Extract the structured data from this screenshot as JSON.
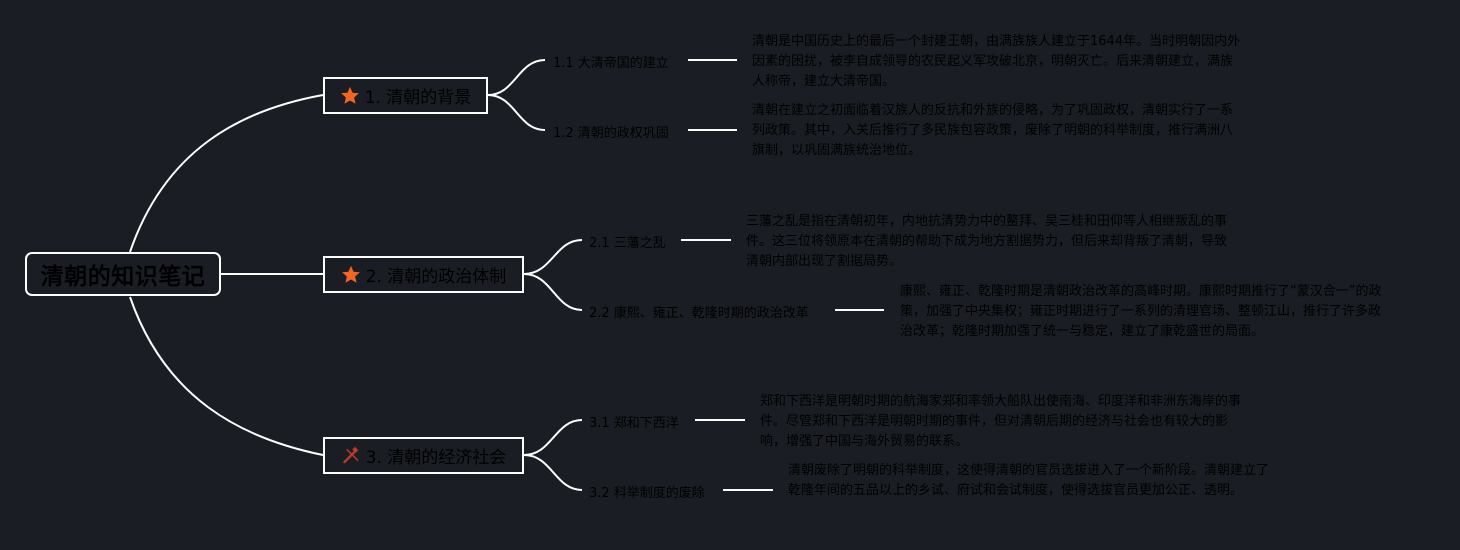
{
  "root": {
    "title": "清朝的知识笔记"
  },
  "colors": {
    "background": "#1a1e24",
    "connector": "#ffffff",
    "star": "#f26522",
    "tools_icon": "#c0392b",
    "text": "#000000"
  },
  "branches": [
    {
      "label": "1. 清朝的背景",
      "icon": "star-icon",
      "children": [
        {
          "label": "1.1 大清帝国的建立",
          "note": "清朝是中国历史上的最后一个封建王朝，由满族族人建立于1644年。当时明朝因内外因素的困扰，被李自成领导的农民起义军攻破北京，明朝灭亡。后来清朝建立，满族人称帝，建立大清帝国。"
        },
        {
          "label": "1.2 清朝的政权巩固",
          "note": "清朝在建立之初面临着汉族人的反抗和外族的侵略，为了巩固政权，清朝实行了一系列政策。其中，入关后推行了多民族包容政策，废除了明朝的科举制度，推行满洲八旗制，以巩固满族统治地位。"
        }
      ]
    },
    {
      "label": "2. 清朝的政治体制",
      "icon": "star-icon",
      "children": [
        {
          "label": "2.1 三藩之乱",
          "note": "三藩之乱是指在清朝初年，内地抗清势力中的鳌拜、吴三桂和田仰等人相继叛乱的事件。这三位将领原本在清朝的帮助下成为地方割据势力，但后来却背叛了清朝，导致清朝内部出现了割据局势。"
        },
        {
          "label": "2.2 康熙、雍正、乾隆时期的政治改革",
          "note": "康熙、雍正、乾隆时期是清朝政治改革的高峰时期。康熙时期推行了“蒙汉合一”的政策，加强了中央集权；雍正时期进行了一系列的清理官场、整顿江山，推行了许多政治改革；乾隆时期加强了统一与稳定，建立了康乾盛世的局面。"
        }
      ]
    },
    {
      "label": "3. 清朝的经济社会",
      "icon": "tools-icon",
      "children": [
        {
          "label": "3.1 郑和下西洋",
          "note": "郑和下西洋是明朝时期的航海家郑和率领大船队出使南海、印度洋和非洲东海岸的事件。尽管郑和下西洋是明朝时期的事件，但对清朝后期的经济与社会也有较大的影响，增强了中国与海外贸易的联系。"
        },
        {
          "label": "3.2 科举制度的废除",
          "note": "清朝废除了明朝的科举制度，这使得清朝的官员选拔进入了一个新阶段。清朝建立了乾隆年间的五品以上的乡试、府试和会试制度，使得选拔官员更加公正、透明。"
        }
      ]
    }
  ]
}
